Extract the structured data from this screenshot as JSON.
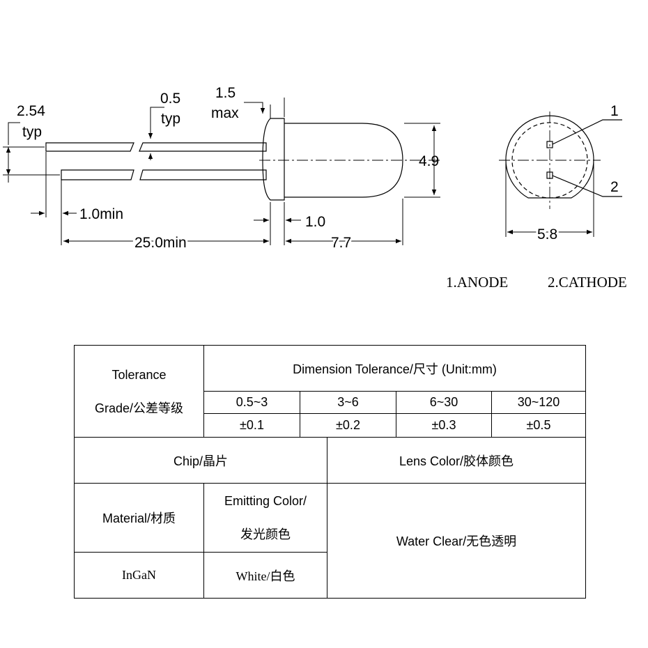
{
  "drawing": {
    "dimensions": {
      "pitch": "2.54",
      "pitch_note": "typ",
      "lead_width": "0.5",
      "lead_width_note": "typ",
      "flange": "1.5",
      "flange_note": "max",
      "body_diameter": "4.9",
      "lead_gap": "1.0min",
      "lead_length": "25.0min",
      "flange_thickness": "1.0",
      "body_length": "7.7",
      "outer_diameter": "5.8"
    },
    "pin_1": "1",
    "pin_2": "2",
    "pins_legend": {
      "anode": "1.ANODE",
      "cathode": "2.CATHODE"
    }
  },
  "table": {
    "tolerance_label": "Tolerance",
    "grade_label": "Grade/公差等级",
    "dimension_tolerance": "Dimension Tolerance/尺寸  (Unit:mm)",
    "ranges": [
      "0.5~3",
      "3~6",
      "6~30",
      "30~120"
    ],
    "tolerances": [
      "±0.1",
      "±0.2",
      "±0.3",
      "±0.5"
    ],
    "chip_label": "Chip/晶片",
    "lens_color_label": "Lens Color/胶体颜色",
    "material_label": "Material/材质",
    "emitting_color_line1": "Emitting Color/",
    "emitting_color_line2": "发光颜色",
    "lens_color_value": "Water Clear/无色透明",
    "material_value": "InGaN",
    "emitting_color_value": "White/白色"
  }
}
